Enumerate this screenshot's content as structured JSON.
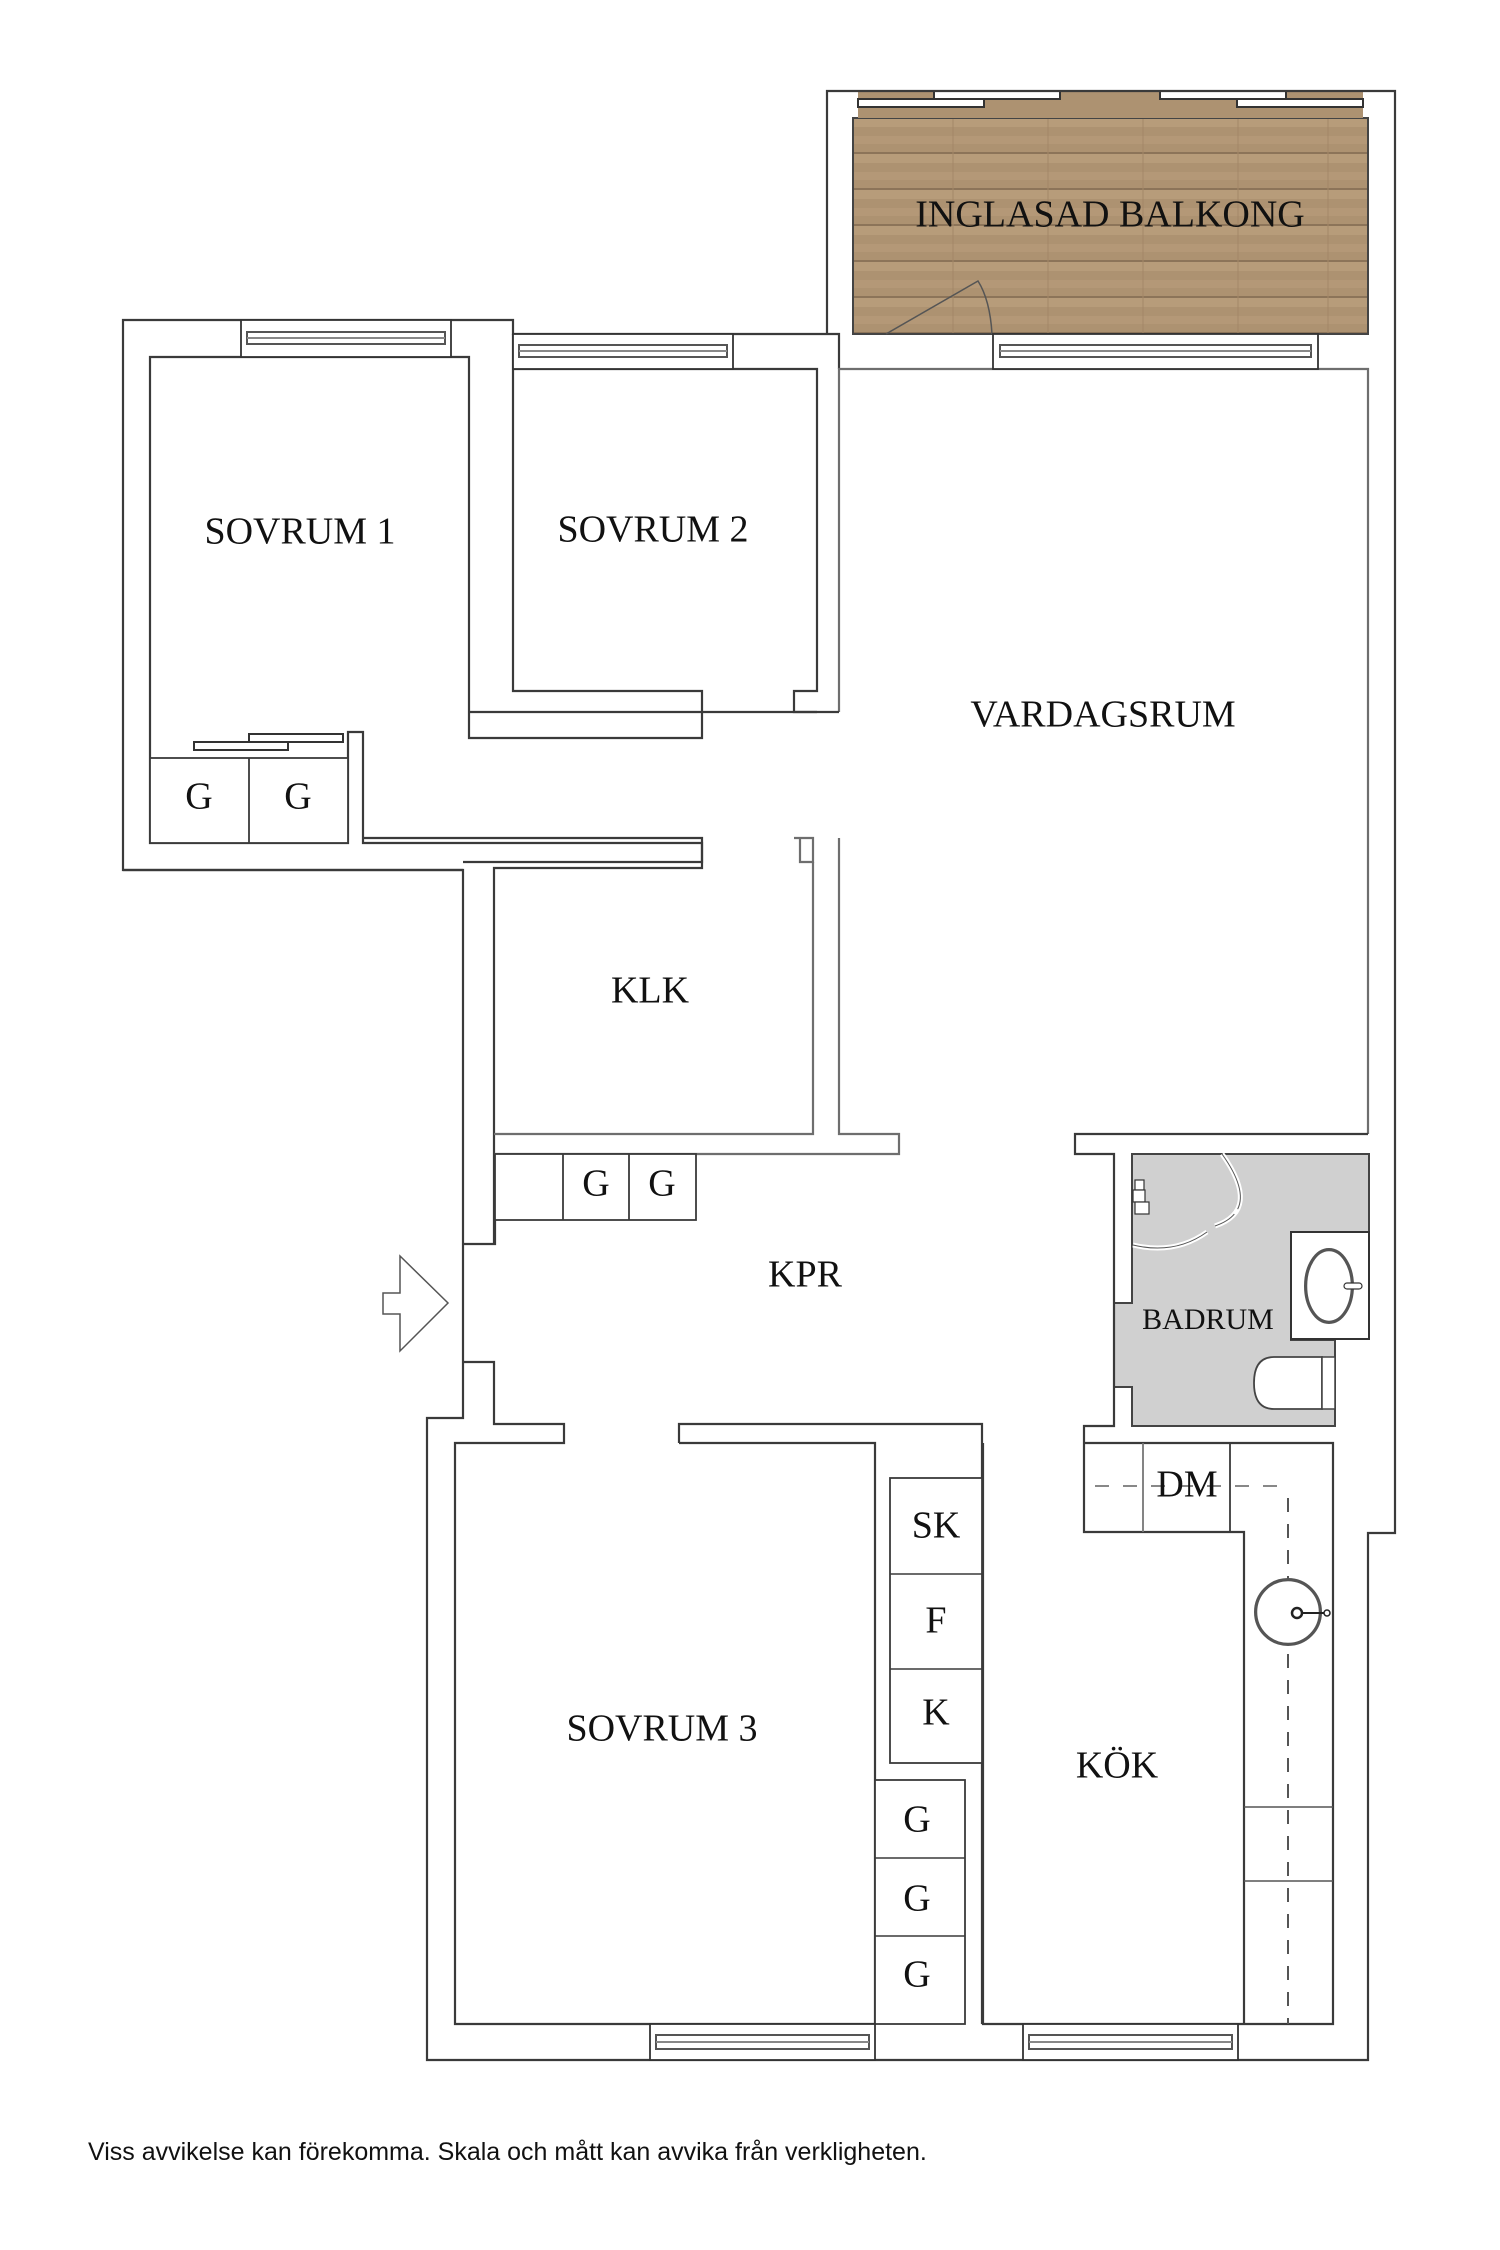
{
  "floorplan": {
    "rooms": {
      "balcony": "INGLASAD BALKONG",
      "bedroom1": "SOVRUM 1",
      "bedroom2": "SOVRUM 2",
      "living": "VARDAGSRUM",
      "walkin": "KLK",
      "hall": "KPR",
      "bathroom": "BADRUM",
      "bedroom3": "SOVRUM 3",
      "kitchen": "KÖK"
    },
    "storage": {
      "bedroom1_closets": [
        "G",
        "G"
      ],
      "hall_closets": [
        "G",
        "G"
      ],
      "bedroom3_closets": [
        "G",
        "G",
        "G"
      ],
      "kitchen_appliances": [
        "SK",
        "F",
        "K"
      ],
      "dishwasher": "DM"
    },
    "colors": {
      "balcony_floor": "#a88d6c",
      "bathroom_floor": "#d0d0d0",
      "wall_line": "#3a3a3a"
    }
  },
  "footer": {
    "disclaimer": "Viss avvikelse kan förekomma. Skala och mått kan avvika från verkligheten."
  }
}
